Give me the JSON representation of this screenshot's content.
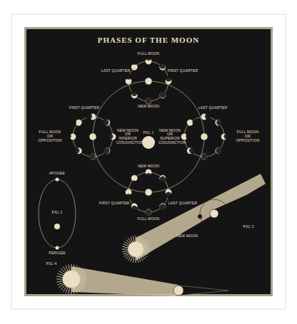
{
  "diagram": {
    "title": "PHASES OF THE MOON",
    "labels": [
      "FULL MOON",
      "LAST QUARTER",
      "FIRST QUARTER",
      "NEW MOON",
      "FIG 1",
      "FIRST QUARTER",
      "FULL MOON OR OPPOSITION",
      "NEW MOON OR INFERIOR CONJUNCTION",
      "NEW MOON OR SUPERIOR CONJUNCTION",
      "LAST QUARTER",
      "FULL MOON OR OPPOSITION",
      "NEW MOON",
      "FIRST QUARTER",
      "LAST QUARTER",
      "FULL MOON",
      "APOGEE",
      "FIG 2",
      "PERIGEE",
      "FIG 3",
      "NEW MOON",
      "FIG 4"
    ]
  }
}
